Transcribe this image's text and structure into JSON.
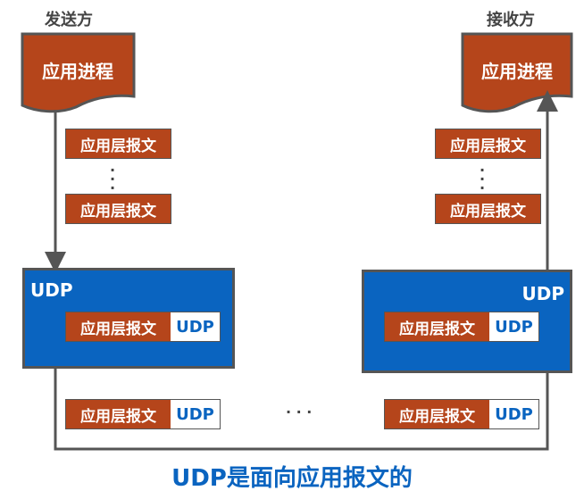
{
  "sender": {
    "label": "发送方",
    "process": "应用进程"
  },
  "receiver": {
    "label": "接收方",
    "process": "应用进程"
  },
  "message": "应用层报文",
  "udp": "UDP",
  "ellipsis_v": "⋮",
  "ellipsis_h": "· · ·",
  "caption": "UDP是面向应用报文的",
  "colors": {
    "orange": "#b5451b",
    "blue": "#0a64c0",
    "gray": "#555555"
  }
}
